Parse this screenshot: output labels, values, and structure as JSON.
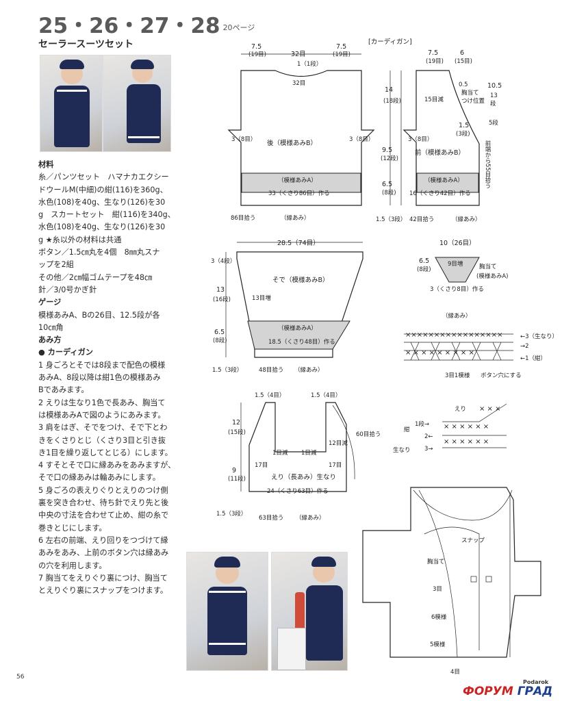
{
  "header": {
    "title": "25・26・27・28",
    "page_ref": "20ページ",
    "subtitle": "セーラースーツセット"
  },
  "text_blocks": [
    {
      "h": true,
      "t": "材料"
    },
    {
      "t": "糸／パンツセット　ハマナカエクシー"
    },
    {
      "t": "ドウールM(中細)の紺(116)を360g、"
    },
    {
      "t": "水色(108)を40g、生なり(126)を30"
    },
    {
      "t": "g　スカートセット　紺(116)を340g、"
    },
    {
      "t": "水色(108)を40g、生なり(126)を30"
    },
    {
      "t": "g ★糸以外の材料は共通"
    },
    {
      "t": "ボタン／1.5㎝丸を4個　8㎜丸スナ"
    },
    {
      "t": "ップを2組"
    },
    {
      "t": "その他／2㎝幅ゴムテープを48㎝"
    },
    {
      "t": "針／3/0号かぎ針"
    },
    {
      "h": true,
      "t": "ゲージ"
    },
    {
      "t": "模様あみA、Bの26目、12.5段が各"
    },
    {
      "t": "10㎝角"
    },
    {
      "h": true,
      "t": "あみ方"
    },
    {
      "h": true,
      "t": "● カーディガン"
    },
    {
      "t": "1 身ごろとそでは8段まで配色の模様"
    },
    {
      "t": "あみA、8段以降は紺1色の模様あみ"
    },
    {
      "t": "Bであみます。"
    },
    {
      "t": "2 えりは生なり1色で長あみ、胸当て"
    },
    {
      "t": "は模様あみAで図のようにあみます。"
    },
    {
      "t": "3 肩をはぎ、そでをつけ、そで下とわ"
    },
    {
      "t": "きをくさりとじ（くさり3目と引き抜"
    },
    {
      "t": "き1目を繰り返してとじる）にします。"
    },
    {
      "t": "4 すそとそで口に縁あみをあみますが、"
    },
    {
      "t": "そで口の縁あみは輪あみにします。"
    },
    {
      "t": "5 身ごろの表えりぐりとえりのつけ側"
    },
    {
      "t": "裏を突き合わせ、待ち針でえり先と後"
    },
    {
      "t": "中央の寸法を合わせて止め、紺の糸で"
    },
    {
      "t": "巻きとじにします。"
    },
    {
      "t": "6 左右の前端、えり回りをつづけて縁"
    },
    {
      "t": "あみをあみ、上前のボタン穴は縁あみ"
    },
    {
      "t": "の穴を利用します。"
    },
    {
      "t": "7 胸当てをえりぐり裏につけ、胸当て"
    },
    {
      "t": "とえりぐり裏にスナップをつけます。"
    }
  ],
  "diagram": {
    "section_label": "[カーディガン]",
    "back": {
      "w_left": "7.5",
      "w_left_rows": "(19目)",
      "w_mid": "32目",
      "w_right": "7.5",
      "w_right_rows": "(19目)",
      "neck_top": "1（1段）",
      "neck": "32目",
      "h1": "14",
      "h1b": "(18段)",
      "h2": "9.5",
      "h2b": "(12段)",
      "h3": "6.5",
      "h3b": "(8段)",
      "cut_l": "3（8目）",
      "cut_r": "3（8目）",
      "label": "後（模様あみB）",
      "band": "（模様あみA）",
      "band2": "33（くさり86目）作る",
      "pick": "86目拾う",
      "edge": "（縁あみ）",
      "bottom": "1.5（3段）"
    },
    "front": {
      "w1": "7.5",
      "w1b": "(19目)",
      "w2": "6",
      "w2b": "(15目)",
      "d1": "0.5",
      "d2": "胸当て",
      "d3": "つけ位置",
      "dec": "15目減",
      "r1": "10.5",
      "r1b": "13",
      "r1c": "段",
      "r2": "5段",
      "r3": "1.5",
      "r3b": "(3段)",
      "cut": "3（8目）",
      "label": "前（模様あみB）",
      "band": "（模様あみA）",
      "band2": "16（くさり42目）作る",
      "pick": "42目拾う",
      "edge": "（縁あみ）",
      "side": "前端から55目拾う"
    },
    "sleeve": {
      "w": "28.5（74目）",
      "top_l": "3（4段）",
      "h1": "13",
      "h1b": "(16段)",
      "inc": "13目増",
      "label": "そで（模様あみB）",
      "h2": "6.5",
      "h2b": "(8段)",
      "band": "（模様あみA）",
      "band2": "18.5（くさり48目）作る",
      "bot": "1.5（3段）",
      "pick": "48目拾う",
      "edge": "（縁あみ）"
    },
    "bib": {
      "w": "10（26目）",
      "h": "6.5",
      "hb": "(8段)",
      "inc": "9目増",
      "lbl1": "胸当て",
      "lbl2": "(模様あみA)",
      "bot": "3（くさり8目）作る"
    },
    "edge_chart": {
      "title": "（縁あみ）",
      "r3": "←3（生なり）",
      "r2": "→2",
      "r1": "←1（紺）",
      "lbl": "3目1模様",
      "btn": "ボタン穴にする",
      "side": "縁あみ"
    },
    "collar": {
      "top_l": "1.5（4目）",
      "top_r": "1.5（4目）",
      "h1": "12",
      "h1b": "(15段)",
      "h2": "9",
      "h2b": "(11段)",
      "dec1": "1目減",
      "dec2": "1目減",
      "d12": "12目減",
      "s17a": "17目",
      "s17b": "17目",
      "label": "えり（長あみ）生なり",
      "base": "24（くさり63目）作る",
      "pick60": "60目拾う",
      "pick63": "63目拾う",
      "edge": "（縁あみ）",
      "bot": "1.5（3段）"
    },
    "collar_chart": {
      "title": "えり",
      "navy": "紺",
      "white": "生なり",
      "r1": "1段→",
      "r2": "2←",
      "r3": "3→"
    },
    "assembly": {
      "snap": "スナップ",
      "bib": "胸当て",
      "m3": "3目",
      "m6": "6模様",
      "m5": "5模様",
      "m4": "4目"
    }
  },
  "footer": {
    "page_no": "56",
    "wm_a": "ФОРУМ",
    "wm_b": "ГРАД",
    "wm_s": "Podarok"
  }
}
